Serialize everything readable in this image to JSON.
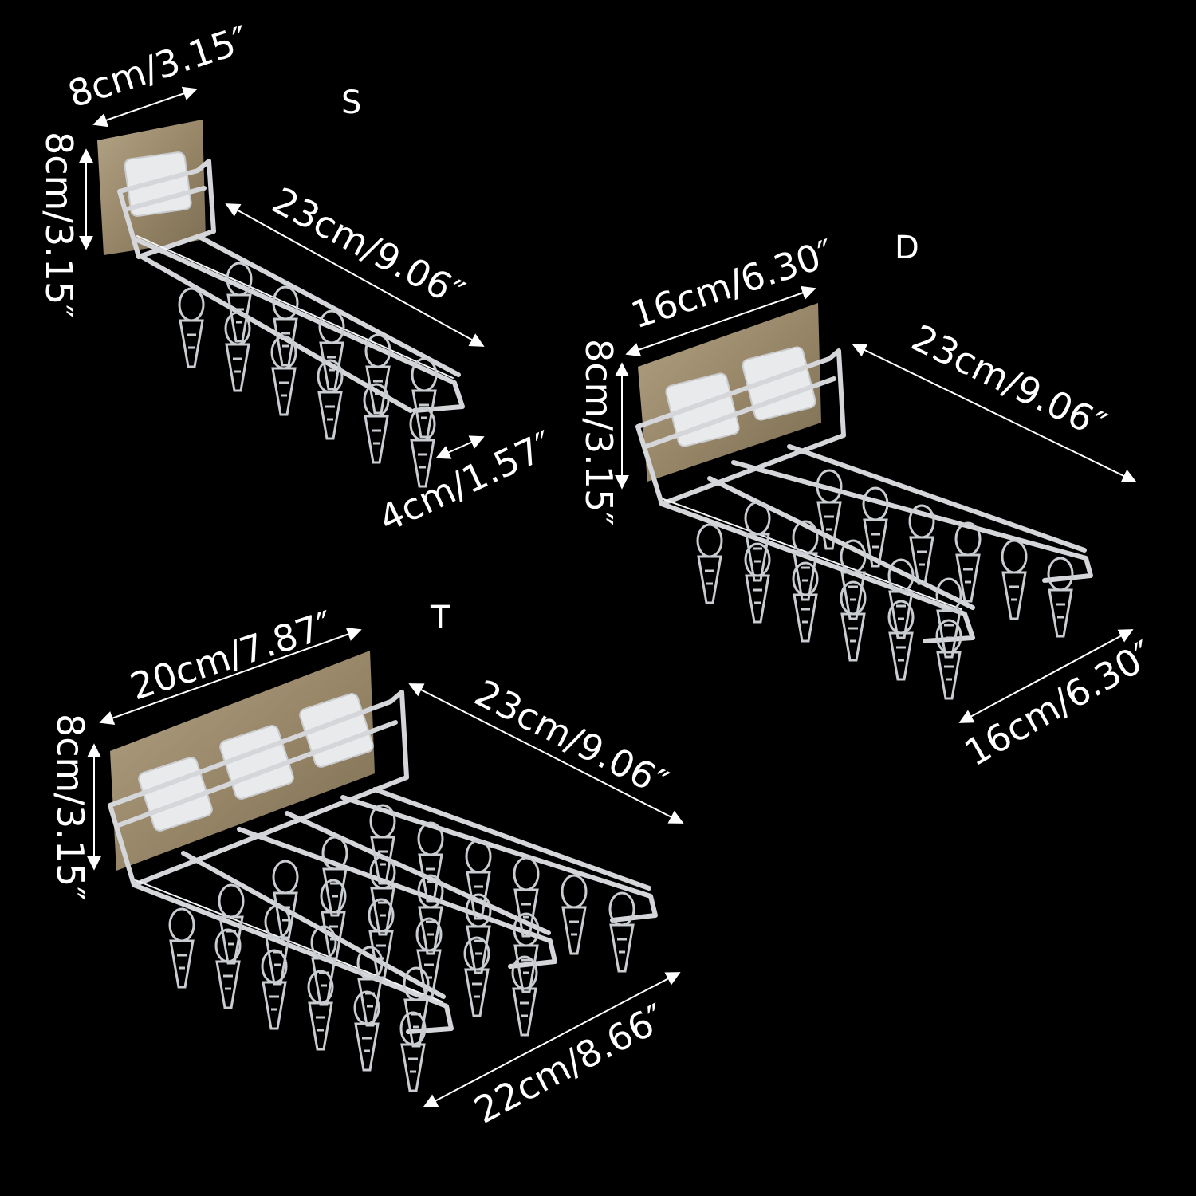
{
  "colors": {
    "background": "#000000",
    "text": "#ffffff",
    "plate": "#9a8a6e",
    "steel": "#d4d6da"
  },
  "products": {
    "S": {
      "label": "S",
      "plate_width": "8cm/3.15″",
      "plate_height": "8cm/3.15″",
      "arm_length": "23cm/9.06″",
      "front_width": "4cm/1.57″"
    },
    "D": {
      "label": "D",
      "plate_width": "16cm/6.30″",
      "plate_height": "8cm/3.15″",
      "arm_length": "23cm/9.06″",
      "front_width": "16cm/6.30″"
    },
    "T": {
      "label": "T",
      "plate_width": "20cm/7.87″",
      "plate_height": "8cm/3.15″",
      "arm_length": "23cm/9.06″",
      "front_width": "22cm/8.66″"
    }
  }
}
